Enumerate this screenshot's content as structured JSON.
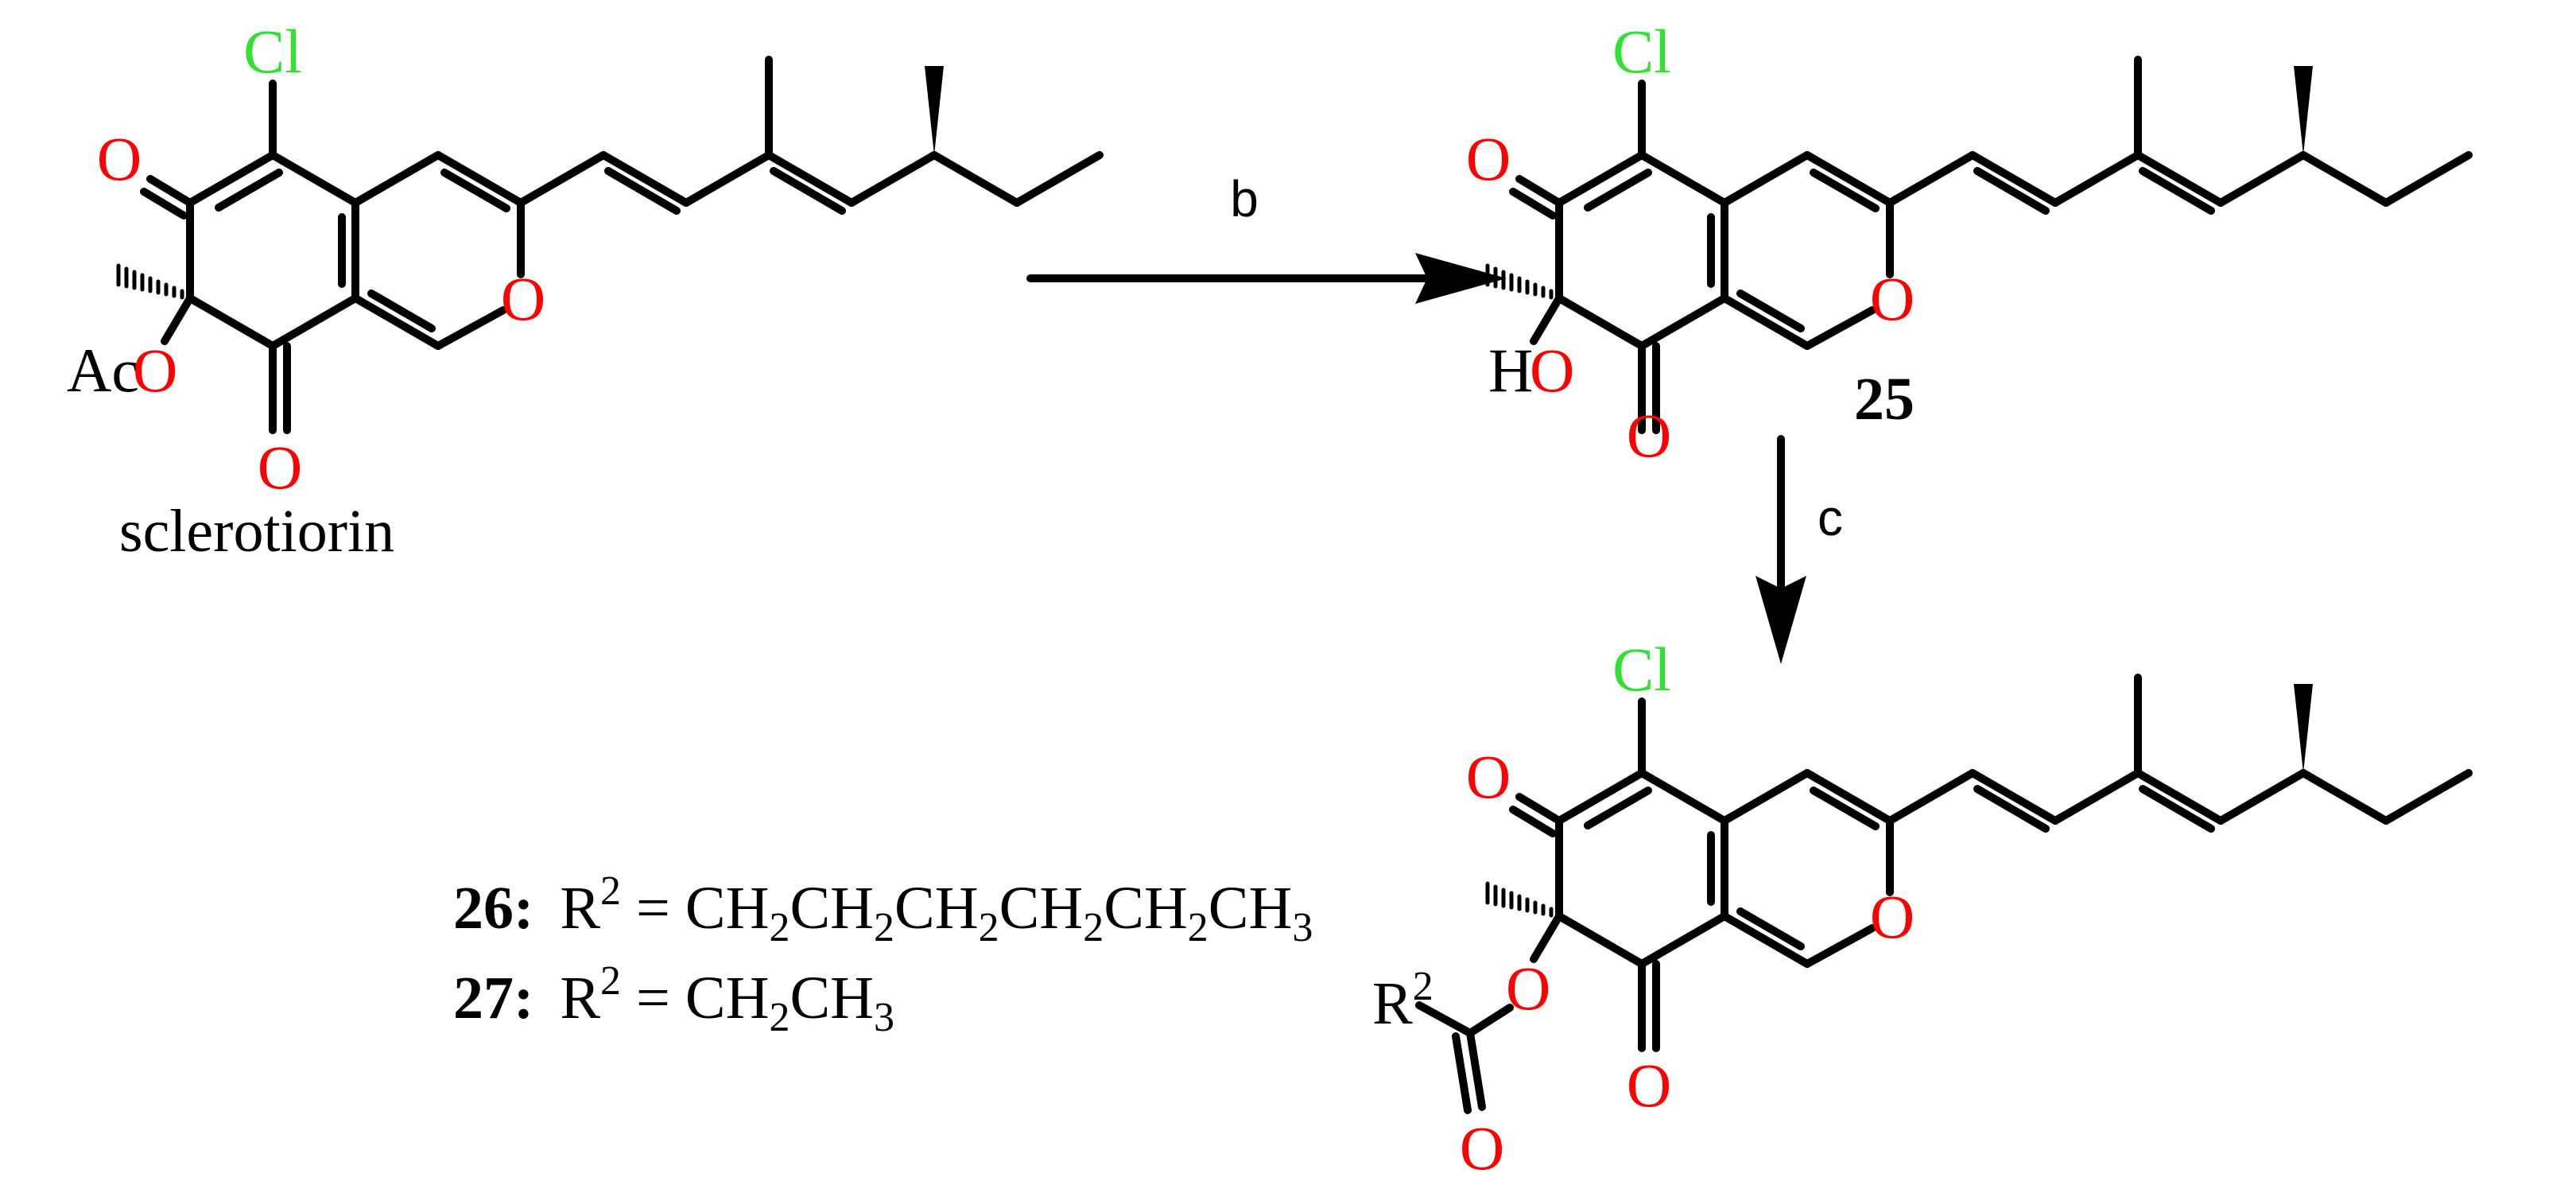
{
  "colors": {
    "chlorine": "#33e033",
    "oxygen": "#ff0000",
    "carbon": "#000000"
  },
  "atoms": {
    "cl": "Cl",
    "o": "O",
    "aco_prefix": "Ac",
    "ho_prefix": "H",
    "r2_base": "R",
    "r2_sup": "2"
  },
  "captions": {
    "sclerotiorin": "sclerotiorin"
  },
  "compound_labels": {
    "c25": "25"
  },
  "reagents": {
    "step_b": "b",
    "step_c": "c"
  },
  "r_groups": [
    {
      "label": "26:",
      "lhs": "R",
      "sup": "2",
      "eq": " = ",
      "formula": "CH2CH2CH2CH2CH2CH3"
    },
    {
      "label": "27:",
      "lhs": "R",
      "sup": "2",
      "eq": " = ",
      "formula": "CH2CH3"
    }
  ]
}
